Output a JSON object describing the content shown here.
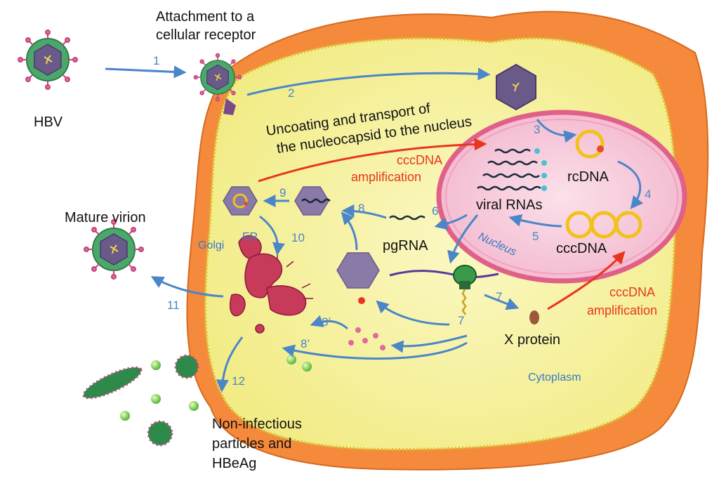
{
  "labels": {
    "hbv": "HBV",
    "attachment_line1": "Attachment to a",
    "attachment_line2": "cellular receptor",
    "uncoating_line1": "Uncoating and transport of",
    "uncoating_line2": "the nucleocapsid to the nucleus",
    "cccdna_amp_top_line1": "cccDNA",
    "cccdna_amp_top_line2": "amplification",
    "rcdna": "rcDNA",
    "viral_rnas": "viral RNAs",
    "cccdna": "cccDNA",
    "nucleus": "Nucleus",
    "pgrna": "pgRNA",
    "mature_virion": "Mature virion",
    "golgi": "Golgi",
    "er": "ER",
    "x_protein": "X protein",
    "cccdna_amp_right_line1": "cccDNA",
    "cccdna_amp_right_line2": "amplification",
    "cytoplasm": "Cytoplasm",
    "noninfectious_line1": "Non-infectious",
    "noninfectious_line2": "particles and",
    "noninfectious_line3": "HBeAg"
  },
  "steps": {
    "s1": "1",
    "s2": "2",
    "s3": "3",
    "s4": "4",
    "s5": "5",
    "s6": "6",
    "s7a": "7",
    "s7b": "7",
    "s8": "8",
    "s8p_a": "8’",
    "s8p_b": "8’",
    "s9": "9",
    "s10": "10",
    "s11": "11",
    "s12": "12"
  },
  "colors": {
    "cell_outer": "#f58a3c",
    "cytoplasm": "#f7f3a0",
    "nucleus": "#f7c6d8",
    "step_blue": "#4a86c8",
    "amplification_red": "#e8361c",
    "virion_green": "#4aa86a",
    "capsid_purple": "#6a5a8a"
  }
}
